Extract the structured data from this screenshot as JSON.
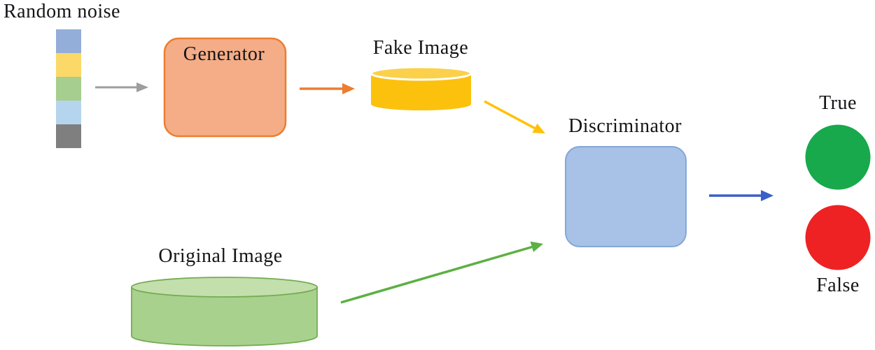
{
  "diagram": {
    "type": "flow-diagram",
    "subject": "GAN (generative adversarial network) training flow",
    "background": "#ffffff",
    "text_color": "#141418",
    "nodes": {
      "random_noise": {
        "label": "Random noise",
        "shape": "segmented-vector",
        "segment_colors": [
          "#93AED9",
          "#FBD868",
          "#A6CE8E",
          "#B5D5EE",
          "#7F7F7F"
        ]
      },
      "generator": {
        "label": "Generator",
        "shape": "rounded-rect",
        "fill": "#F4AD87",
        "border": "#ED7D31"
      },
      "fake_image": {
        "label": "Fake Image",
        "shape": "cylinder",
        "fill": "#FCC10D",
        "top_fill": "#FBD04B",
        "top_stroke": "#FFFFFF"
      },
      "original_image": {
        "label": "Original Image",
        "shape": "cylinder",
        "fill": "#A9D18E",
        "top_fill": "#C3DFAC",
        "border": "#74AC52"
      },
      "discriminator": {
        "label": "Discriminator",
        "shape": "rounded-rect",
        "fill": "#A7C2E6",
        "border": "#86A7D6"
      },
      "true_output": {
        "label": "True",
        "shape": "circle",
        "fill": "#17A94C"
      },
      "false_output": {
        "label": "False",
        "shape": "circle",
        "fill": "#EE2223"
      }
    },
    "edges": [
      {
        "id": "noise-to-generator",
        "from": "random_noise",
        "to": "generator",
        "color": "#9E9E9E"
      },
      {
        "id": "generator-to-fake-image",
        "from": "generator",
        "to": "fake_image",
        "color": "#ED7D31"
      },
      {
        "id": "fake-image-to-discriminator",
        "from": "fake_image",
        "to": "discriminator",
        "color": "#FFC10A"
      },
      {
        "id": "original-image-to-discriminator",
        "from": "original_image",
        "to": "discriminator",
        "color": "#5CB044"
      },
      {
        "id": "discriminator-to-outputs",
        "from": "discriminator",
        "to": "outputs",
        "color": "#3A5FC6"
      }
    ]
  }
}
